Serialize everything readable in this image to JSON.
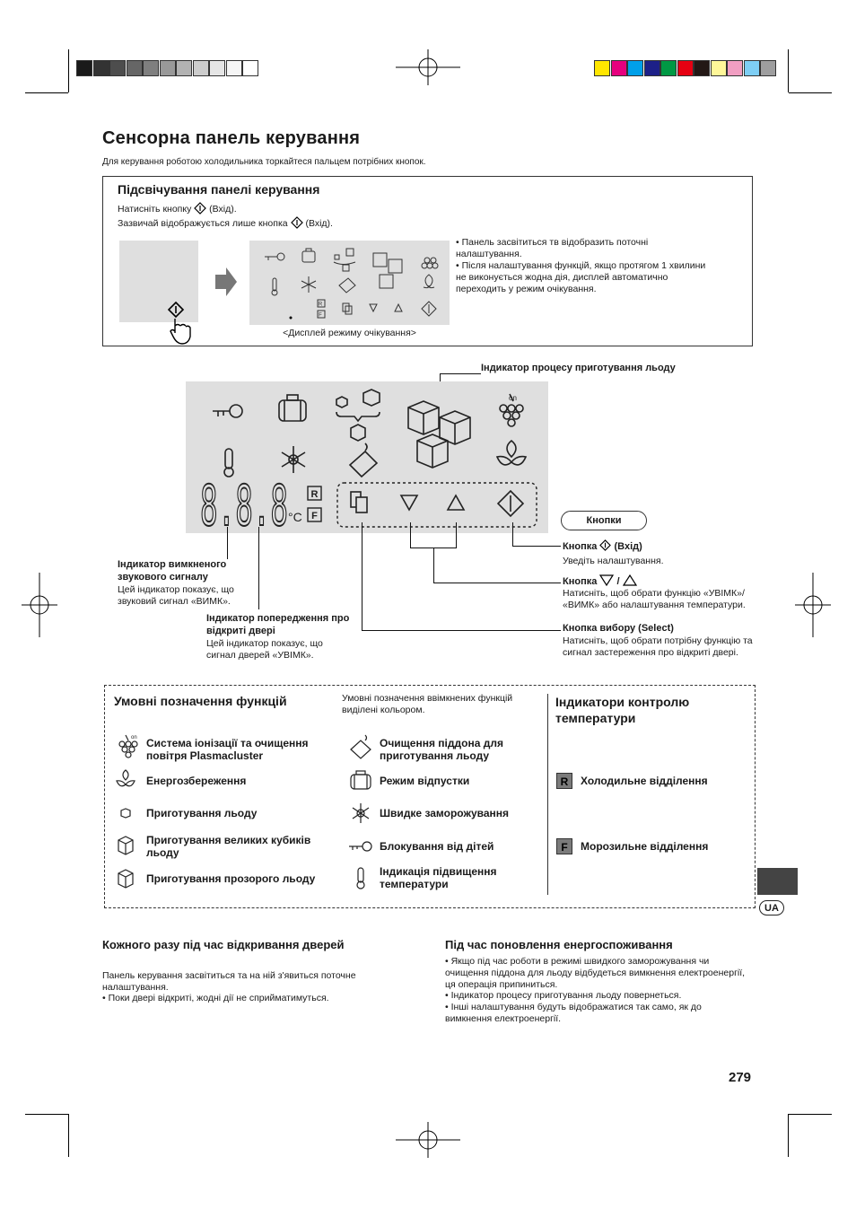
{
  "title": "Сенсорна панель керування",
  "intro": "Для керування роботою холодильника торкайтеся пальцем потрібних кнопок.",
  "panel_light": {
    "heading": "Підсвічування панелі керування",
    "line1_prefix": "Натисніть кнопку",
    "line1_suffix": "(Вхід).",
    "line2_prefix": "Зазвичай відображується лише кнопка",
    "line2_suffix": "(Вхід).",
    "bullet1": "• Панель засвітиться тв відобразить поточні налаштування.",
    "bullet2": "• Після налаштування функцій, якщо протягом 1 хвилини не виконується жодна дія, дисплей автоматично переходить у режим очікування.",
    "caption": "<Дисплей режиму очікування>"
  },
  "diagram": {
    "ice_indicator": "Індикатор процесу приготування льоду",
    "digits": "8.8.8",
    "celsius": "°C",
    "badge_r": "R",
    "badge_f": "F",
    "buttons_label": "Кнопки",
    "enter_title": "Кнопка",
    "enter_title_suffix": "(Вхід)",
    "enter_desc": "Уведіть налаштування.",
    "updown_title": "Кнопка",
    "updown_desc": "Натисніть, щоб обрати функцію «УВІМК»/ «ВИМК» або налаштування температури.",
    "select_title": "Кнопка вибору (Select)",
    "select_desc": "Натисніть, щоб обрати потрібну функцію та сигнал застереження про відкриті двері.",
    "sound_title": "Індикатор вимкненого звукового сигналу",
    "sound_desc": "Цей індикатор показує, що звуковий сигнал «ВИМК».",
    "door_title": "Індикатор попередження про відкриті двері",
    "door_desc": "Цей індикатор показує, що сигнал дверей «УВІМК»."
  },
  "legend": {
    "heading": "Умовні позначення функцій",
    "note": "Умовні позначення ввімкнених функцій виділені кольором.",
    "left_items": [
      "Система іонізації та очищення повітря Plasmacluster",
      "Енергозбереження",
      "Приготування льоду",
      "Приготування великих кубиків льоду",
      "Приготування прозорого льоду"
    ],
    "mid_items": [
      "Очищення піддона для приготування льоду",
      "Режим відпустки",
      "Швидке заморожування",
      "Блокування від дітей",
      "Індикація підвищення температури"
    ],
    "temp_heading": "Індикатори контролю температури",
    "temp_items": [
      {
        "badge": "R",
        "label": "Холодильне відділення"
      },
      {
        "badge": "F",
        "label": "Морозильне відділення"
      }
    ]
  },
  "door_section": {
    "heading": "Кожного разу під час відкривання дверей",
    "text": "Панель керування засвітиться та на ній з'явиться поточне налаштування.",
    "bullet": "• Поки двері відкриті, жодні дії не сприйматимуться."
  },
  "energy_section": {
    "heading": "Під час поновлення енергоспоживання",
    "bullets": [
      "• Якщо під час роботи в режимі швидкого заморожування чи очищення піддона для льоду відбудеться вимкнення електроенергії, ця операція припиниться.",
      "• Індикатор процесу приготування льоду повернеться.",
      "• Інші налаштування будуть відображатися так само, як до вимкнення електроенергії."
    ]
  },
  "lang_badge": "UA",
  "page_number": "279",
  "colors": {
    "lcd_bg": "#dfdfdf",
    "tab_dark": "#444444",
    "swatches_gray": [
      "#1a1a1a",
      "#333333",
      "#4d4d4d",
      "#666666",
      "#7f7f7f",
      "#999999",
      "#b2b2b2",
      "#cccccc",
      "#e5e5e5",
      "#f5f5f5",
      "#ffffff"
    ],
    "swatches_color": [
      "#ffe600",
      "#e6007e",
      "#00a0e9",
      "#1d2088",
      "#009944",
      "#e60012",
      "#231815",
      "#fff799",
      "#f19ec2",
      "#7ecef4",
      "#9e9e9f"
    ]
  }
}
